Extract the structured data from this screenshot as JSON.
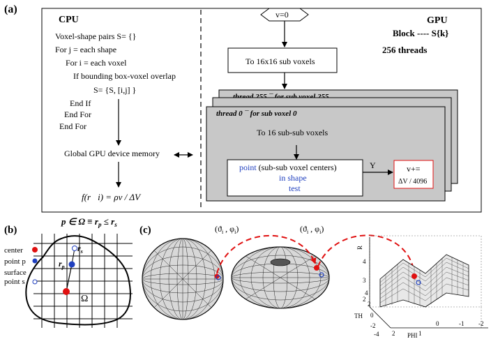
{
  "panel_a": {
    "label": "(a)",
    "cpu": {
      "title": "CPU",
      "lines": [
        "Voxel-shape pairs S= {}",
        "For j = each shape",
        "For i = each voxel",
        "If bounding box-voxel overlap",
        "S= {S, [i,j] }",
        "End If",
        "End For",
        "End For"
      ],
      "memory": "Global GPU device memory",
      "formula": "f(r⃗i) = ρv / ΔV"
    },
    "gpu": {
      "title": "GPU",
      "block": "Block ---- S{k}",
      "threads": "256 threads",
      "start": "v=0",
      "subvoxels": "To 16x16 sub voxels",
      "thread_last": "thread 255  ¯ for sub voxel 255",
      "thread_first": "thread 0  ¯ for sub voxel 0",
      "subsub": "To 16 sub-sub voxels",
      "point_line1": "point (sub-sub voxel centers)",
      "point_line2": "in shape",
      "point_line3": "test",
      "yes": "Y",
      "accum1": "v+=",
      "accum2": "ΔV / 4096"
    }
  },
  "panel_b": {
    "label": "(b)",
    "formula": "p ∈ Ω ≡ rp ≤ rs",
    "legend": [
      "center",
      "point p",
      "surface",
      "point s"
    ],
    "rp": "rp",
    "rs": "rs",
    "omega": "Ω"
  },
  "panel_c": {
    "label": "(c)",
    "angle_left": "(ϑi , φi)",
    "angle_right": "(ϑi , φi)",
    "plot": {
      "zlabel": "R",
      "ylabel": "TH",
      "xlabel": "PHI",
      "z_ticks": [
        "4",
        "3",
        "2"
      ],
      "y_ticks": [
        "4",
        "2",
        "0",
        "-2",
        "-4"
      ],
      "x_ticks": [
        "2",
        "1",
        "0",
        "-1",
        "-2"
      ]
    }
  },
  "colors": {
    "red": "#e01010",
    "blue": "#1f3fbf",
    "gray_panel": "#c8c8c8",
    "border": "#000000"
  }
}
